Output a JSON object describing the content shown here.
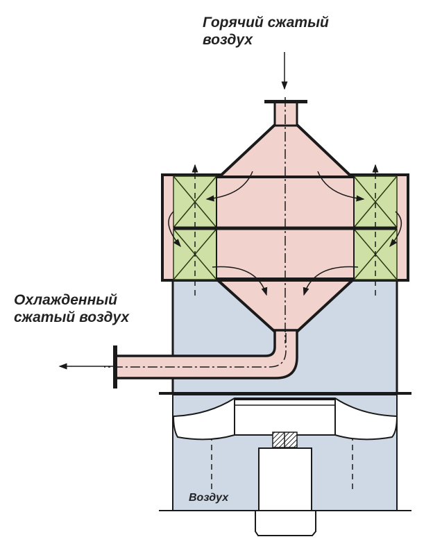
{
  "labels": {
    "hot_air_line1": "Горячий сжатый",
    "hot_air_line2": "воздух",
    "cooled_air_line1": "Охлажденный",
    "cooled_air_line2": "сжатый воздух",
    "air": "Воздух"
  },
  "colors": {
    "hot_air": "#f2d2cc",
    "cooling_fins": "#cfe0a6",
    "air_body": "#cfd9e6",
    "outline": "#1a1a1a"
  }
}
